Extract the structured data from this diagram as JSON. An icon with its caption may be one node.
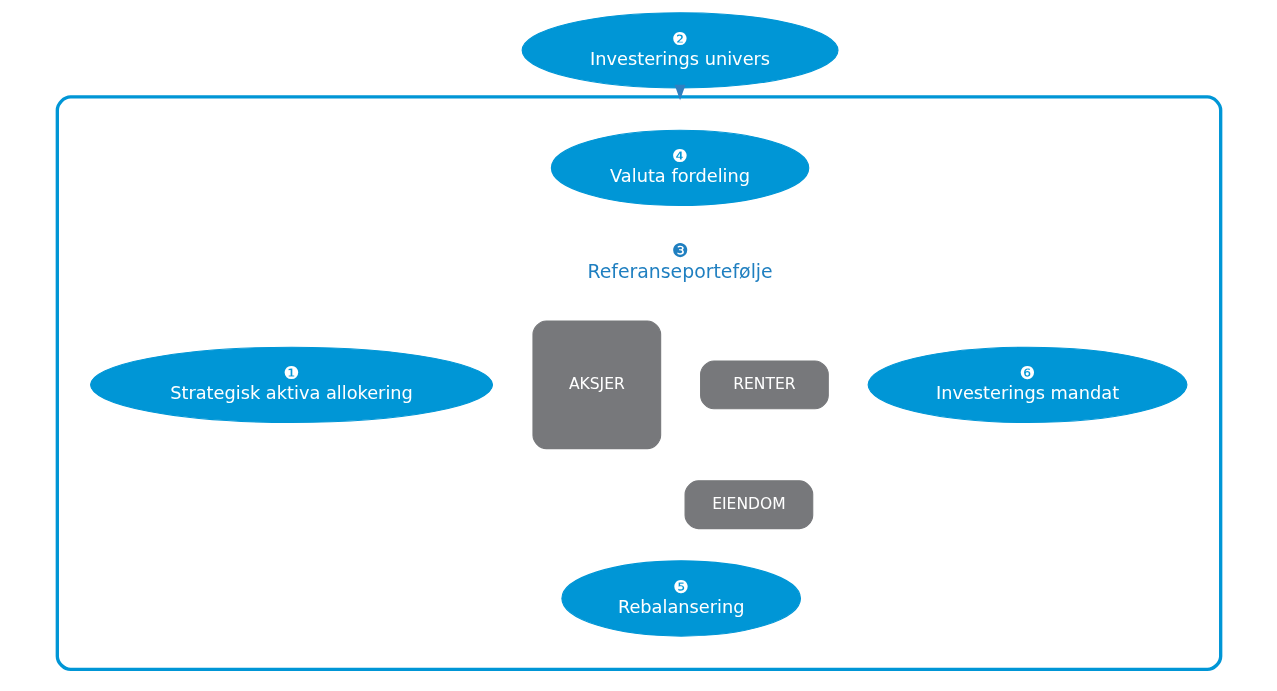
{
  "diagram": {
    "nodes": [
      {
        "text": [],
        "shape": "ellipse"
      },
      {
        "text": [
          "❷",
          "Investerings univers"
        ]
      },
      {
        "text": [
          "❹",
          "Valuta fordeling"
        ],
        "in": 0
      },
      {
        "text": [
          "❸",
          "Referanseportefølje"
        ],
        "in": 0
      },
      {
        "text": [
          "❶",
          "Strategisk aktiva allokering"
        ],
        "in": 0
      },
      {
        "text": [
          "AKSJER"
        ],
        "in": 0
      },
      {
        "text": [
          "RENTER"
        ],
        "in": 0
      },
      {
        "text": [
          "EIENDOM"
        ],
        "in": 0
      },
      {
        "text": [
          "❻",
          "Investerings mandat"
        ],
        "in": 0
      },
      {
        "text": [
          "❺",
          "Rebalansering"
        ],
        "in": 0
      }
    ],
    "edges": [
      {
        "from": 1,
        "to": 0,
        "arrow": "to"
      }
    ]
  }
}
